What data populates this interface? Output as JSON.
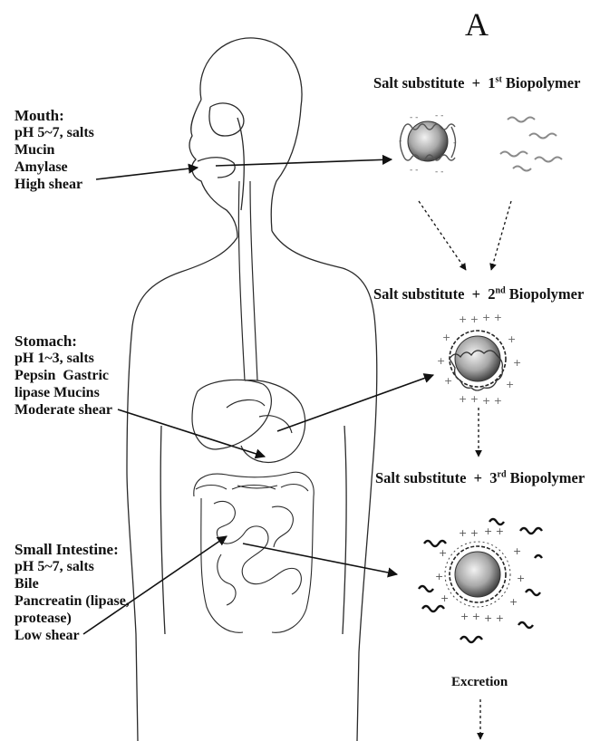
{
  "panel_letter": "A",
  "organs": {
    "mouth": {
      "title": "Mouth:",
      "lines": [
        "pH 5~7, salts",
        "Mucin",
        "Amylase",
        "High shear"
      ]
    },
    "stomach": {
      "title": "Stomach:",
      "lines": [
        "pH 1~3, salts",
        "Pepsin  Gastric",
        "lipase Mucins",
        "Moderate shear"
      ]
    },
    "small_intestine": {
      "title": "Small Intestine:",
      "lines": [
        "pH 5~7, salts",
        "Bile",
        "Pancreatin (lipase,",
        "protease)",
        "Low shear"
      ]
    }
  },
  "stages": [
    {
      "prefix": "Salt substitute  +  1",
      "ordinal": "st",
      "suffix": " Biopolymer"
    },
    {
      "prefix": "Salt substitute  +  2",
      "ordinal": "nd",
      "suffix": " Biopolymer"
    },
    {
      "prefix": "Salt substitute  +  3",
      "ordinal": "rd",
      "suffix": " Biopolymer"
    }
  ],
  "excretion_label": "Excretion",
  "colors": {
    "line": "#1a1a1a",
    "sphere_center": "#e8e8e8",
    "sphere_edge": "#4a4a4a",
    "polymer": "#777777"
  }
}
